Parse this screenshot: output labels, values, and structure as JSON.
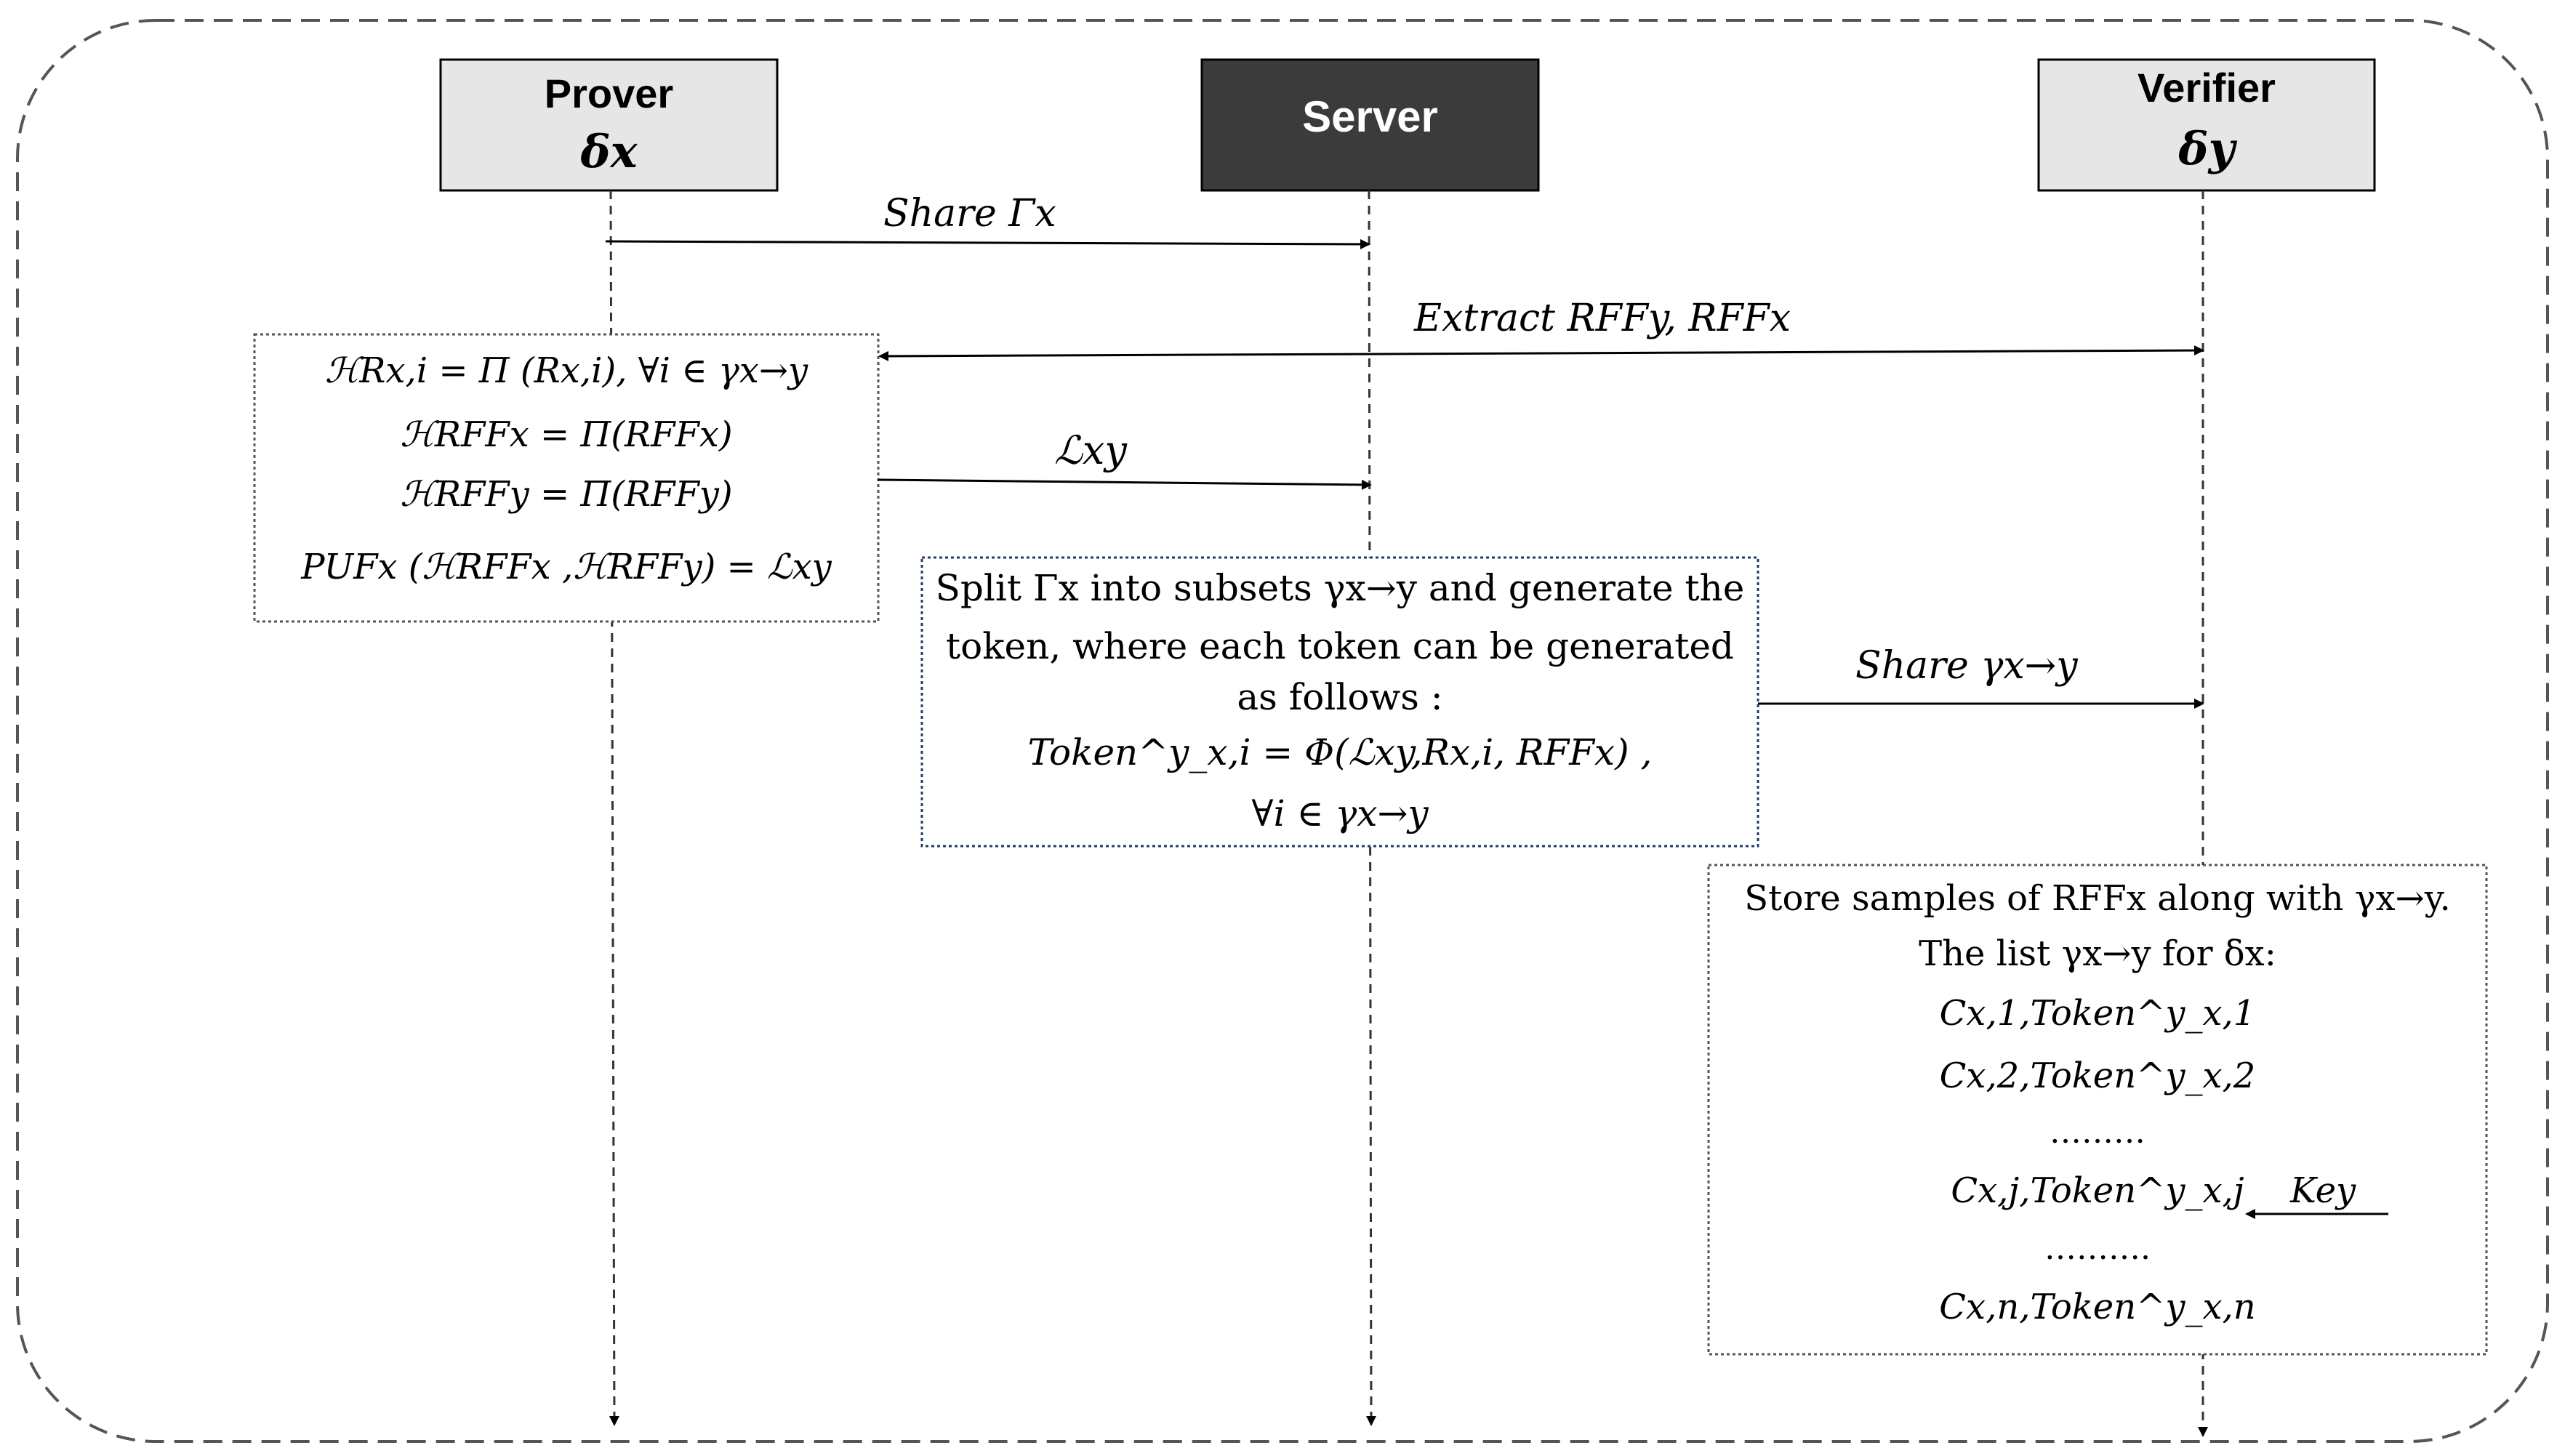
{
  "participants": {
    "prover": {
      "title": "Prover",
      "symbol": "δx"
    },
    "server": {
      "title": "Server"
    },
    "verifier": {
      "title": "Verifier",
      "symbol": "δy"
    }
  },
  "messages": {
    "share_gamma": "Share Γx",
    "extract_rff": "Extract RFFy, RFFx",
    "lxy": "ℒxy",
    "share_subset": "Share γx→y",
    "key": "Key"
  },
  "prover_box": {
    "lines": [
      "ℋRx,i = Π (Rx,i), ∀i ∈ γx→y",
      "ℋRFFx = Π(RFFx)",
      "ℋRFFy = Π(RFFy)",
      "PUFx (ℋRFFx ,ℋRFFy) = ℒxy"
    ]
  },
  "server_box": {
    "lines": [
      "Split Γx into subsets γx→y and generate the",
      "token, where each token can be generated",
      "as follows :",
      "Token^y_x,i = Φ(ℒxy,Rx,i, RFFx) ,",
      "∀i ∈ γx→y"
    ]
  },
  "verifier_box": {
    "lines": [
      "Store samples of RFFx along with γx→y.",
      "The list γx→y for δx:",
      "Cx,1,Token^y_x,1",
      "Cx,2,Token^y_x,2",
      "………",
      "Cx,j,Token^y_x,j",
      "……….",
      "Cx,n,Token^y_x,n"
    ]
  },
  "colors": {
    "server_fill": "#3b3b3b",
    "participant_fill": "#e6e6e6",
    "line": "#000000",
    "box_border_blue": "#1f3a6b"
  }
}
